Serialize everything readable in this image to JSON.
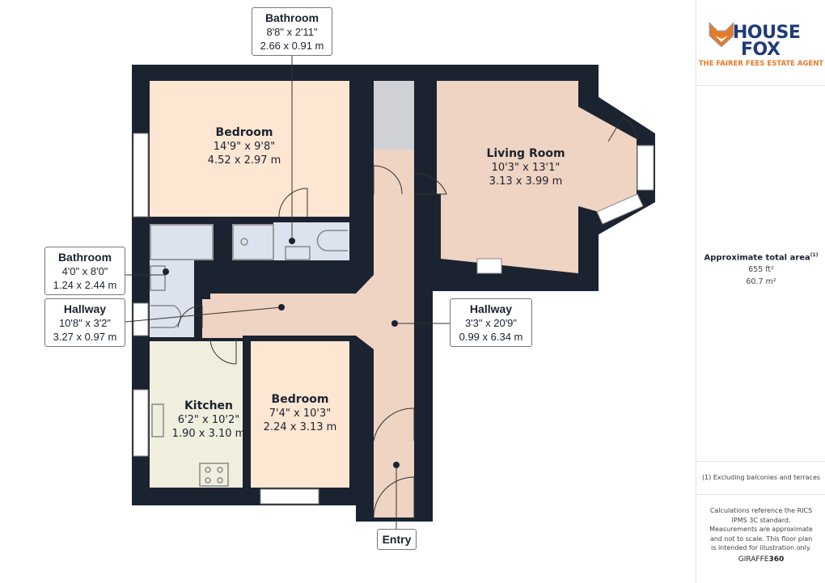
{
  "colors": {
    "wall": "#1b2330",
    "bedroom": "#fde6d2",
    "hallway": "#efd3c3",
    "living": "#efd3c3",
    "bathroom": "#dde3ee",
    "kitchen": "#f0eedd",
    "closet": "#cfd1d4",
    "brand_blue": "#1f3b78",
    "brand_orange": "#e37b2a"
  },
  "rooms": {
    "bedroom1": {
      "name": "Bedroom",
      "imperial": "14'9\" x 9'8\"",
      "metric": "4.52 x 2.97 m"
    },
    "living": {
      "name": "Living Room",
      "imperial": "10'3\" x 13'1\"",
      "metric": "3.13 x 3.99 m"
    },
    "kitchen": {
      "name": "Kitchen",
      "imperial": "6'2\" x 10'2\"",
      "metric": "1.90 x 3.10 m"
    },
    "bedroom2": {
      "name": "Bedroom",
      "imperial": "7'4\" x 10'3\"",
      "metric": "2.24 x 3.13 m"
    }
  },
  "callouts": {
    "bathroom_top": {
      "name": "Bathroom",
      "imperial": "8'8\" x 2'11\"",
      "metric": "2.66 x 0.91 m"
    },
    "bathroom_left": {
      "name": "Bathroom",
      "imperial": "4'0\" x 8'0\"",
      "metric": "1.24 x 2.44 m"
    },
    "hallway_left": {
      "name": "Hallway",
      "imperial": "10'8\" x 3'2\"",
      "metric": "3.27 x 0.97 m"
    },
    "hallway_right": {
      "name": "Hallway",
      "imperial": "3'3\" x 20'9\"",
      "metric": "0.99 x 6.34 m"
    },
    "entry": {
      "name": "Entry"
    }
  },
  "sidebar": {
    "logo_line1": "HOUSE",
    "logo_line2": "FOX",
    "tagline": "THE FAIRER FEES ESTATE AGENT",
    "area_title": "Approximate total area",
    "area_note_marker": "(1)",
    "area_ft": "655 ft²",
    "area_m": "60.7 m²",
    "footnote": "(1) Excluding balconies and terraces",
    "disclaimer": "Calculations reference the RICS IPMS 3C standard. Measurements are approximate and not to scale. This floor plan is intended for illustration only.",
    "credit_a": "GIRAFFE",
    "credit_b": "360"
  }
}
